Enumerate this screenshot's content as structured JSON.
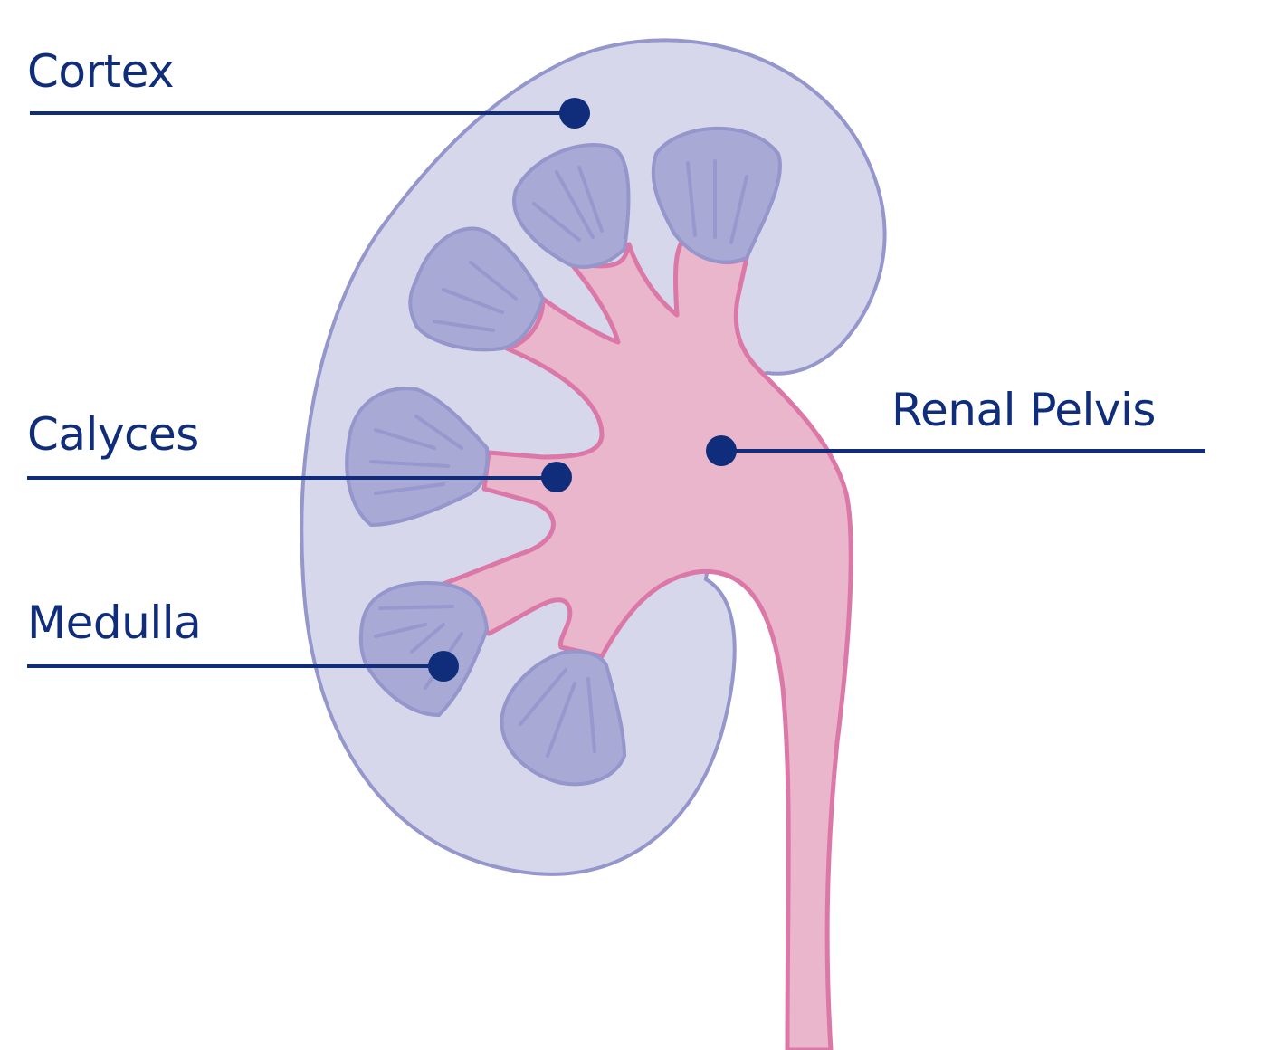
{
  "diagram": {
    "subject": "Kidney anatomy",
    "labels": {
      "cortex": "Cortex",
      "calyces": "Calyces",
      "medulla": "Medulla",
      "renal_pelvis": "Renal Pelvis"
    },
    "colors": {
      "cortex_fill": "#d6d7eb",
      "cortex_stroke": "#9496cc",
      "medulla_fill": "#a9a9d6",
      "medulla_stroke": "#9496cc",
      "pelvis_fill": "#e9b6cc",
      "pelvis_stroke": "#dc78a7",
      "leader_line": "#0f2d7a",
      "label_text": "#0f2d7a"
    }
  }
}
